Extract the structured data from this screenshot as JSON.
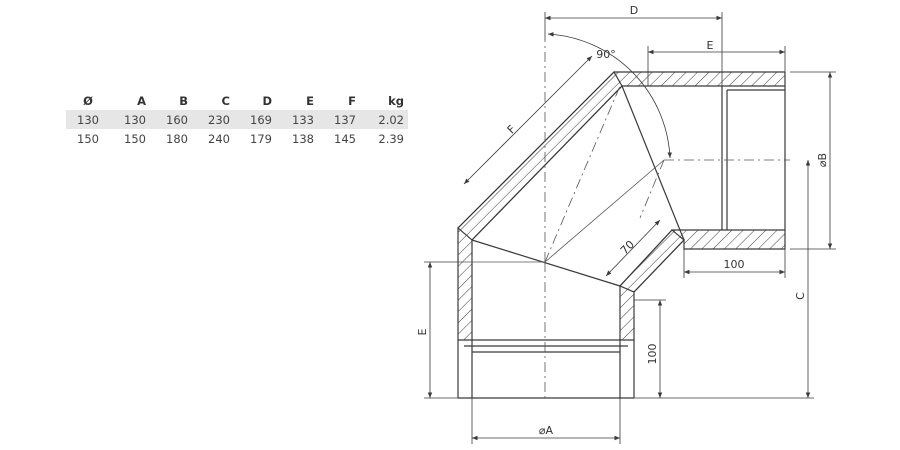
{
  "table": {
    "headers": [
      "Ø",
      "A",
      "B",
      "C",
      "D",
      "E",
      "F",
      "kg"
    ],
    "rows": [
      [
        "130",
        "130",
        "160",
        "230",
        "169",
        "133",
        "137",
        "2.02"
      ],
      [
        "150",
        "150",
        "180",
        "240",
        "179",
        "138",
        "145",
        "2.39"
      ]
    ]
  },
  "drawing": {
    "angle_label": "90°",
    "dim_D": "D",
    "dim_E_top": "E",
    "dim_F": "F",
    "dim_70": "70",
    "dim_100_h": "100",
    "dim_diam_B": "⌀B",
    "dim_C": "C",
    "dim_E_left": "E",
    "dim_100_v": "100",
    "dim_diam_A": "⌀A"
  },
  "colors": {
    "line": "#3a3a3a",
    "shade": "#e6e6e6"
  }
}
